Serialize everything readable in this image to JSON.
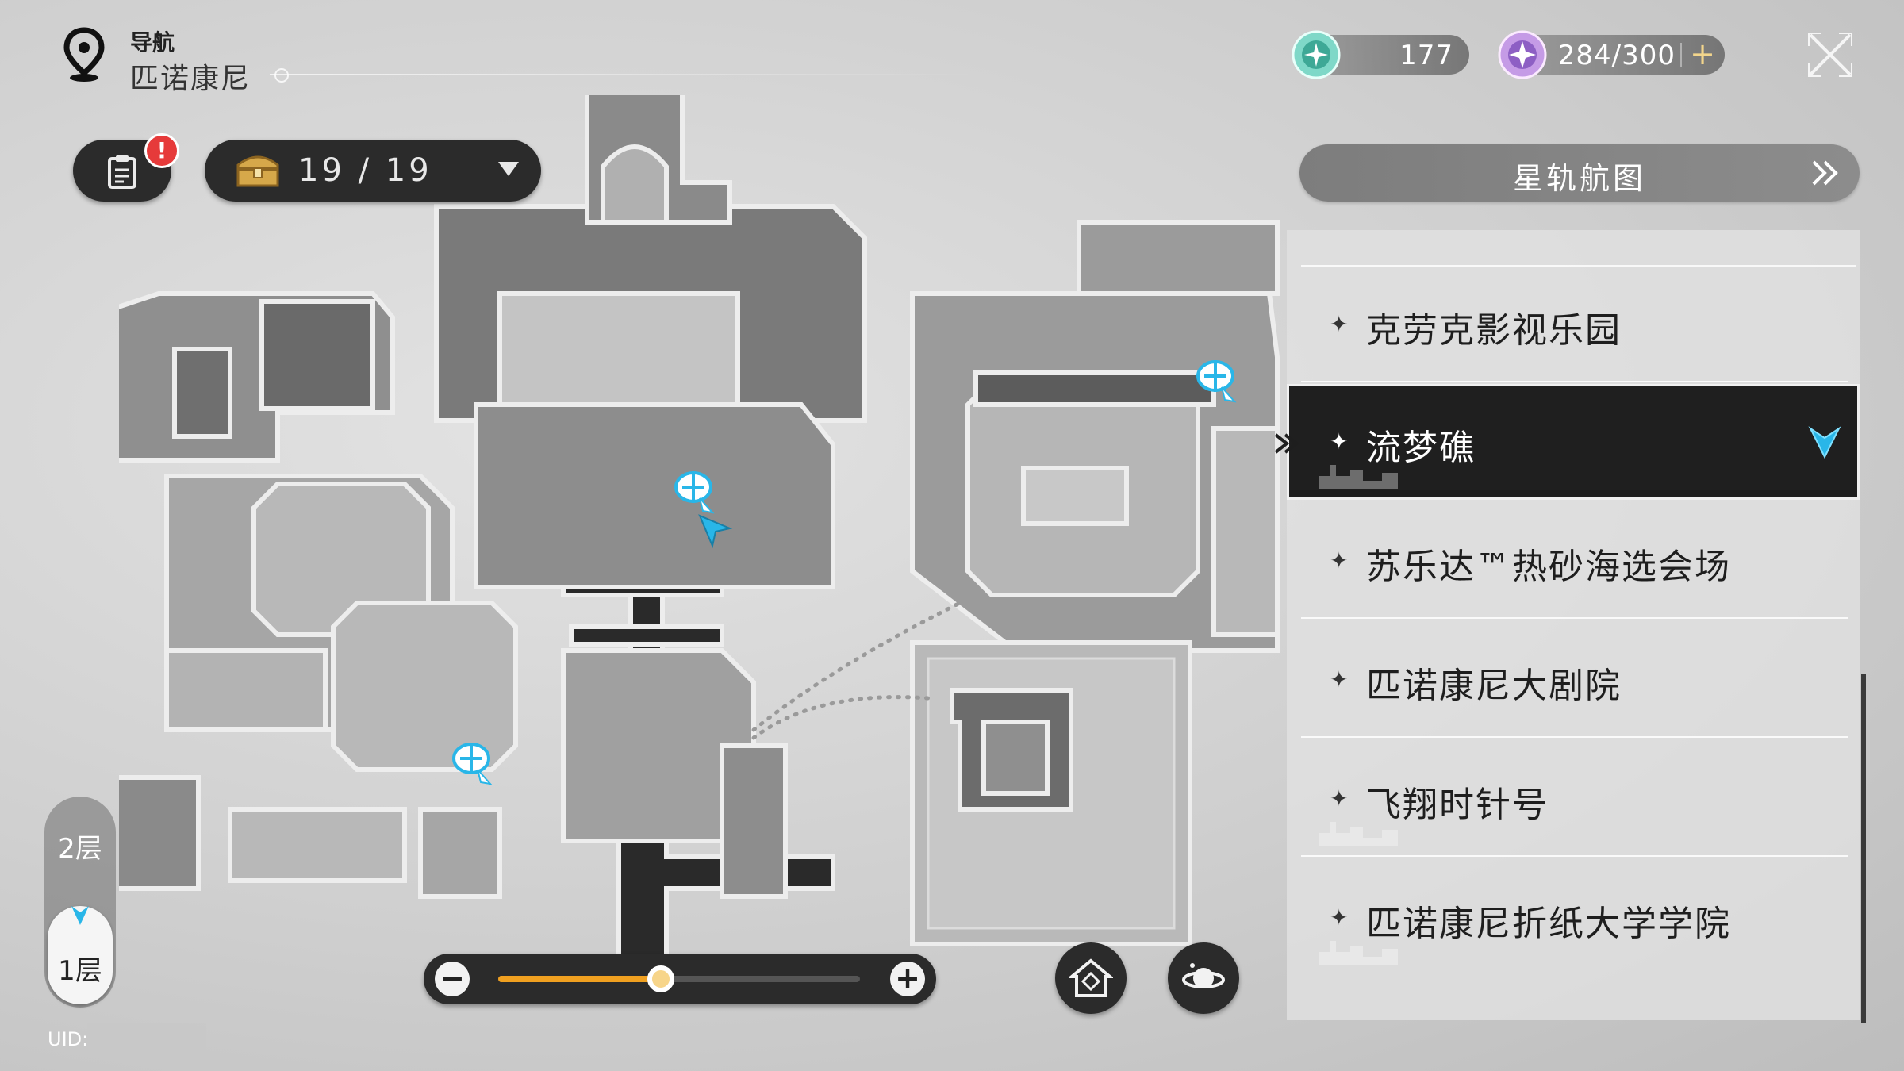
{
  "nav": {
    "label": "导航",
    "location": "匹诺康尼"
  },
  "currencies": {
    "stellar_jade": "177",
    "trailblaze_power": "284/300",
    "plus": "+"
  },
  "toolbar": {
    "mission_alert": "!",
    "chest_count": "19 / 19"
  },
  "right_panel": {
    "star_rail_map_label": "星轨航图",
    "items": [
      {
        "name": "克劳克影视乐园"
      },
      {
        "name": "流梦礁"
      },
      {
        "name": "苏乐达™热砂海选会场"
      },
      {
        "name": "匹诺康尼大剧院"
      },
      {
        "name": "飞翔时针号"
      },
      {
        "name": "匹诺康尼折纸大学学院"
      }
    ],
    "active_index": 1
  },
  "floors": {
    "floor_2": "2层",
    "floor_1": "1层",
    "active": "1层"
  },
  "uid_label": "UID:",
  "zoom": {
    "minus": "−",
    "plus": "+",
    "level": 0.45
  },
  "colors": {
    "accent_orange": "#f0a020",
    "marker_cyan": "#29b6e8",
    "dark_button": "#2b2b2b",
    "alert_red": "#e63a3a"
  },
  "icons": [
    "map-pin-icon",
    "close-icon",
    "mission-log-icon",
    "treasure-chest-icon",
    "chevron-down-icon",
    "double-chevron-right-icon",
    "home-icon",
    "planet-icon",
    "player-arrow-icon",
    "teleport-anchor-icon",
    "location-marker-icon"
  ]
}
